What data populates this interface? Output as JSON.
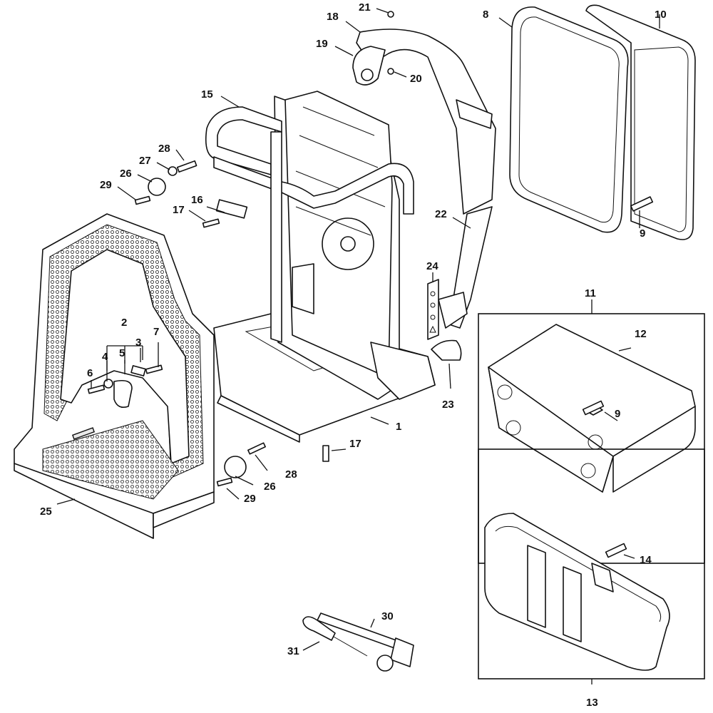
{
  "diagram": {
    "labels": {
      "l1": "1",
      "l2": "2",
      "l3": "3",
      "l4": "4",
      "l5": "5",
      "l6": "6",
      "l7": "7",
      "l8": "8",
      "l9a": "9",
      "l9b": "9",
      "l10": "10",
      "l11": "11",
      "l12": "12",
      "l13": "13",
      "l14": "14",
      "l15": "15",
      "l16": "16",
      "l17a": "17",
      "l17b": "17",
      "l18": "18",
      "l19": "19",
      "l20": "20",
      "l21": "21",
      "l22": "22",
      "l23": "23",
      "l24": "24",
      "l25": "25",
      "l26a": "26",
      "l26b": "26",
      "l27": "27",
      "l28a": "28",
      "l28b": "28",
      "l29a": "29",
      "l29b": "29",
      "l30": "30",
      "l31": "31"
    }
  }
}
